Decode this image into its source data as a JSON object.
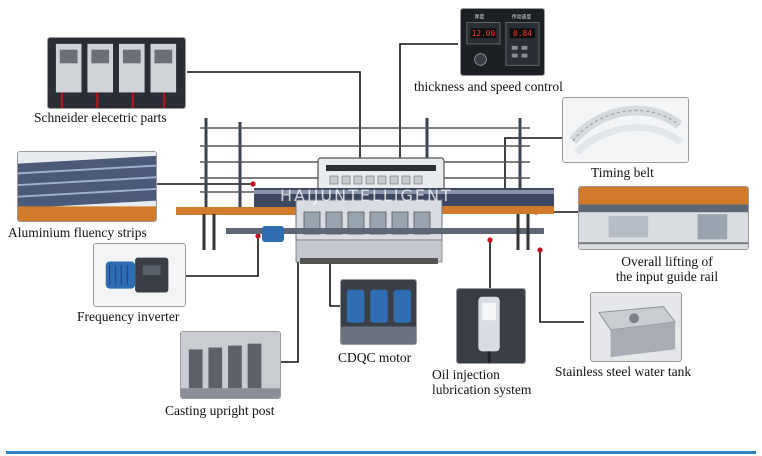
{
  "watermark": "HAIJUNTELLIGENT",
  "labels": {
    "schneider": "Schneider elecetric parts",
    "thickness": "thickness and speed control",
    "timing_belt": "Timing belt",
    "aluminium": "Aluminium fluency strips",
    "lifting_line1": "Overall lifting of",
    "lifting_line2": "the input guide rail",
    "inverter": "Frequency inverter",
    "motor": "CDQC motor",
    "oil_line1": "Oil injection",
    "oil_line2": "lubrication system",
    "water_tank": "Stainless steel water tank",
    "casting": "Casting upright post"
  },
  "display": {
    "thickness_value": "12.00",
    "speed_value": "0.84",
    "panel_caption_left": "厚度",
    "panel_caption_right": "传动速度"
  },
  "colors": {
    "machine_orange": "#d07a2a",
    "frame_blue": "#4a5a78",
    "motor_blue": "#2f6db3",
    "leader": "#111111",
    "accent_rule": "#2f82c4"
  }
}
